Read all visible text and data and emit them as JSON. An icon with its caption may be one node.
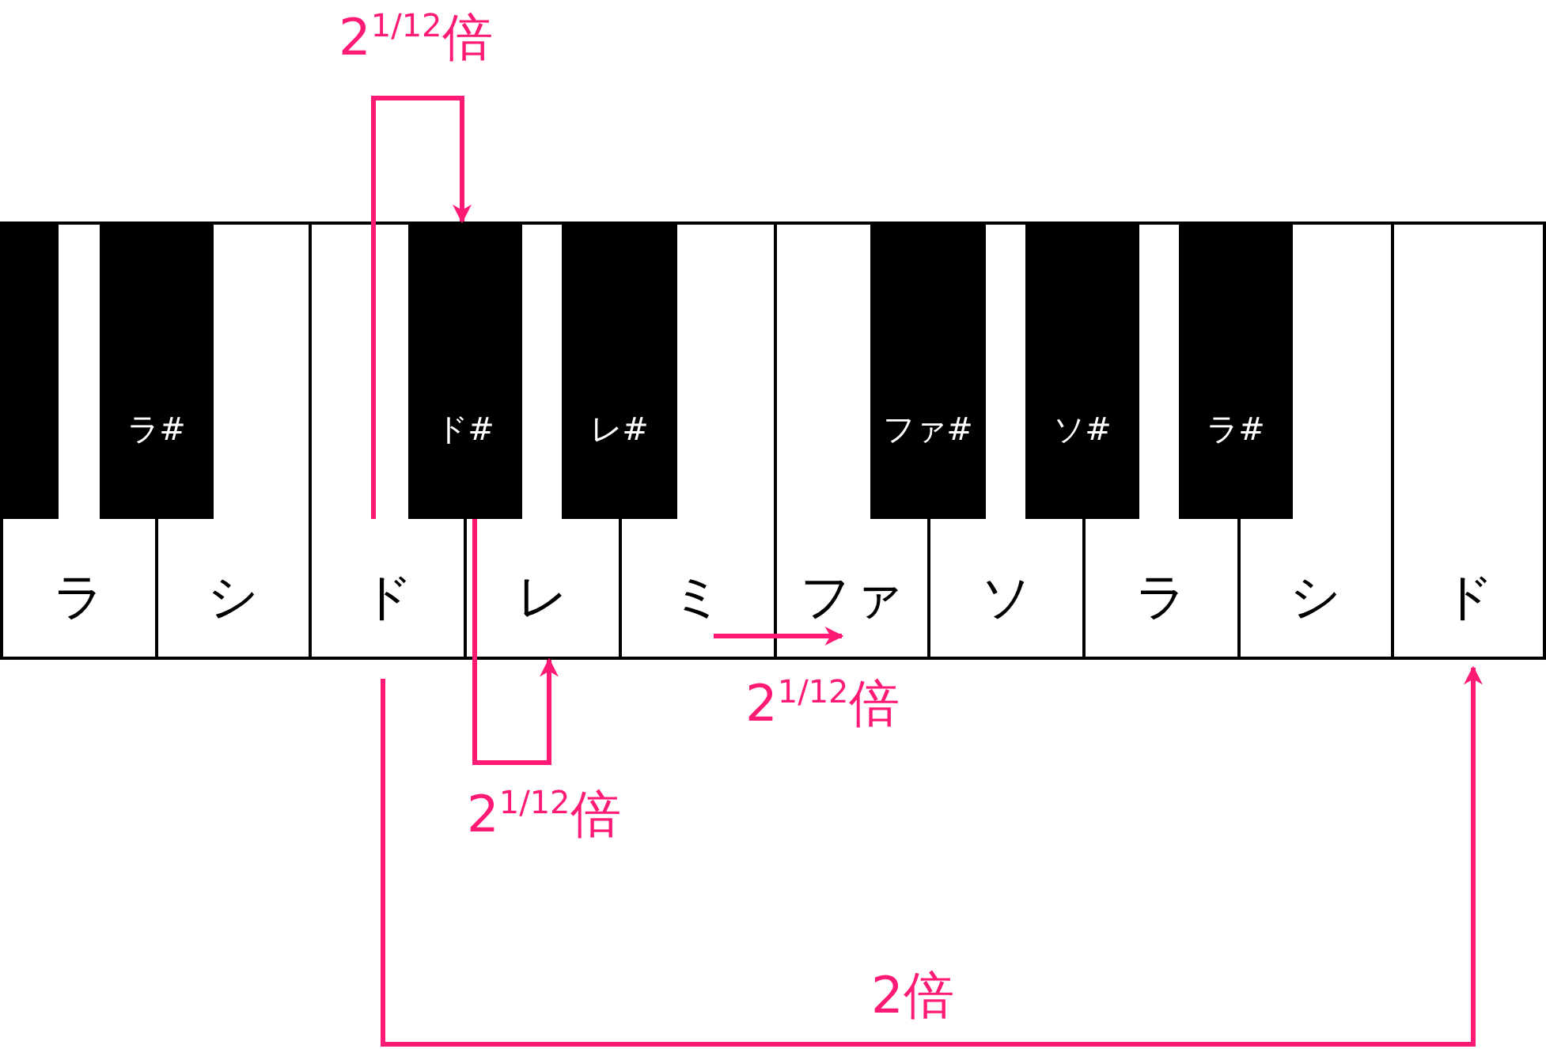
{
  "diagram": {
    "nodes": [
      {
        "text": [],
        "shape": "box"
      },
      {
        "text": [
          "ラ#"
        ]
      },
      {
        "text": [
          "ド#"
        ]
      },
      {
        "text": [
          "レ#"
        ]
      },
      {
        "text": [
          "ファ#"
        ]
      },
      {
        "text": [
          "ソ#"
        ]
      },
      {
        "text": [
          "ラ#"
        ]
      },
      {
        "text": [
          "ラ"
        ]
      },
      {
        "text": [
          "シ"
        ]
      },
      {
        "text": [
          "ド"
        ]
      },
      {
        "text": [
          "レ"
        ]
      },
      {
        "text": [
          "ミ"
        ]
      },
      {
        "text": [
          "ファ"
        ]
      },
      {
        "text": [
          "ソ"
        ]
      },
      {
        "text": [
          "ラ"
        ]
      },
      {
        "text": [
          "シ"
        ]
      },
      {
        "text": [
          "ド"
        ]
      }
    ],
    "edges": [
      {
        "from": 9,
        "to": 2,
        "arrow": "to",
        "label": "2$^{1/12}$倍"
      },
      {
        "from": 11,
        "to": 12,
        "arrow": "to",
        "label": "2$^{1/12}$倍"
      },
      {
        "from": 2,
        "to": 10,
        "arrow": "to",
        "label": "2$^{1/12}$倍"
      },
      {
        "from": 9,
        "to": 16,
        "arrow": "to",
        "label": "2倍"
      }
    ]
  }
}
